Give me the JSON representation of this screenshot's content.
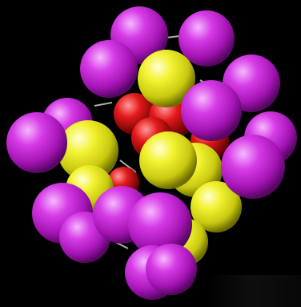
{
  "scene": {
    "background": "#000000",
    "atom_types": [
      {
        "name": "magenta-atom",
        "color": "#c020d0",
        "highlight": "#f6b8ff",
        "shade": "#5a0666"
      },
      {
        "name": "yellow-atom",
        "color": "#e2e21a",
        "highlight": "#ffffcc",
        "shade": "#6e6e00"
      },
      {
        "name": "red-atom",
        "color": "#d40e0e",
        "highlight": "#ff9a9a",
        "shade": "#5e0000"
      }
    ],
    "bond_color": "#d9d9d9"
  }
}
